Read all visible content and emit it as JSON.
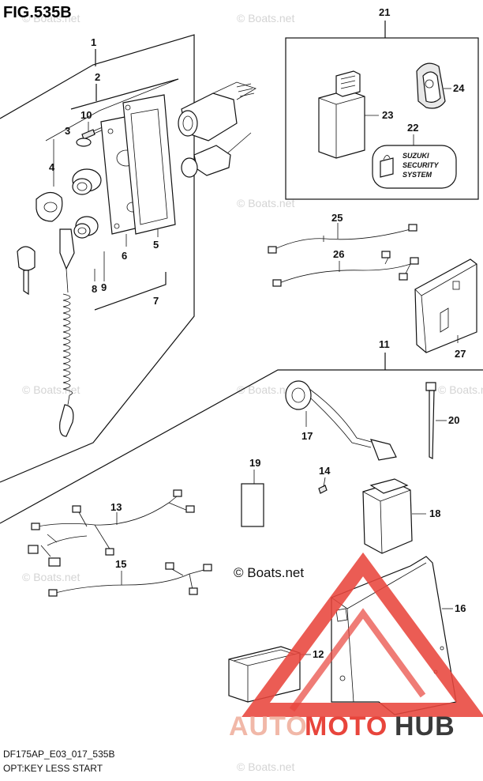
{
  "figure": {
    "title": "FIG.535B"
  },
  "footer": {
    "line1": "DF175AP_E03_017_535B",
    "line2": "OPT:KEY LESS START"
  },
  "watermark": {
    "text": "© Boats.net",
    "copyright": "© Boats.net"
  },
  "brand": {
    "part1": "AUTO",
    "part2": "MOTO",
    "part3": "HUB",
    "color_primary": "#e8453c",
    "color_secondary": "#f1b8a8",
    "color_dark": "#3a3a3a"
  },
  "security_label": {
    "line1": "SUZUKI",
    "line2": "SECURITY",
    "line3": "SYSTEM"
  },
  "callouts": {
    "c1": "1",
    "c2": "2",
    "c3": "3",
    "c4": "4",
    "c5": "5",
    "c6": "6",
    "c7": "7",
    "c8": "8",
    "c9": "9",
    "c10": "10",
    "c11": "11",
    "c12": "12",
    "c13": "13",
    "c14": "14",
    "c15": "15",
    "c16": "16",
    "c17": "17",
    "c18": "18",
    "c19": "19",
    "c20": "20",
    "c21": "21",
    "c22": "22",
    "c23": "23",
    "c24": "24",
    "c25": "25",
    "c26": "26",
    "c27": "27"
  }
}
